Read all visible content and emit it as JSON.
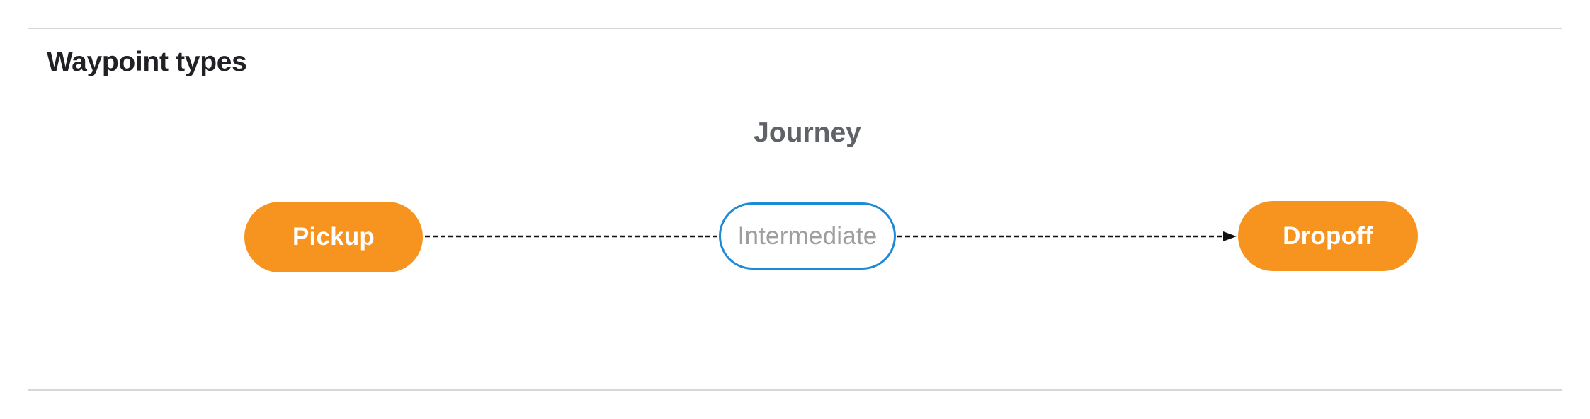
{
  "page": {
    "title": "Waypoint types",
    "background_color": "#FFFFFF",
    "divider_color": "#D7D7D7",
    "title_color": "#202124"
  },
  "diagram": {
    "caption": "Journey",
    "caption_color": "#5F6368",
    "edge_color": "#111111",
    "edge_style": "dashed",
    "nodes": [
      {
        "id": "pickup",
        "label": "Pickup",
        "kind": "terminal",
        "fill": "#F7941F",
        "border_color": "#F7941F",
        "text_color": "#FFFFFF"
      },
      {
        "id": "intermediate",
        "label": "Intermediate",
        "kind": "via",
        "fill": "#FFFFFF",
        "border_color": "#1E8AD6",
        "text_color": "#9E9E9E"
      },
      {
        "id": "dropoff",
        "label": "Dropoff",
        "kind": "terminal",
        "fill": "#F7941F",
        "border_color": "#F7941F",
        "text_color": "#FFFFFF"
      }
    ],
    "edges": [
      {
        "from": "pickup",
        "to": "intermediate",
        "style": "dashed",
        "arrowhead": false,
        "color": "#111111"
      },
      {
        "from": "intermediate",
        "to": "dropoff",
        "style": "dashed",
        "arrowhead": true,
        "color": "#111111"
      }
    ]
  }
}
